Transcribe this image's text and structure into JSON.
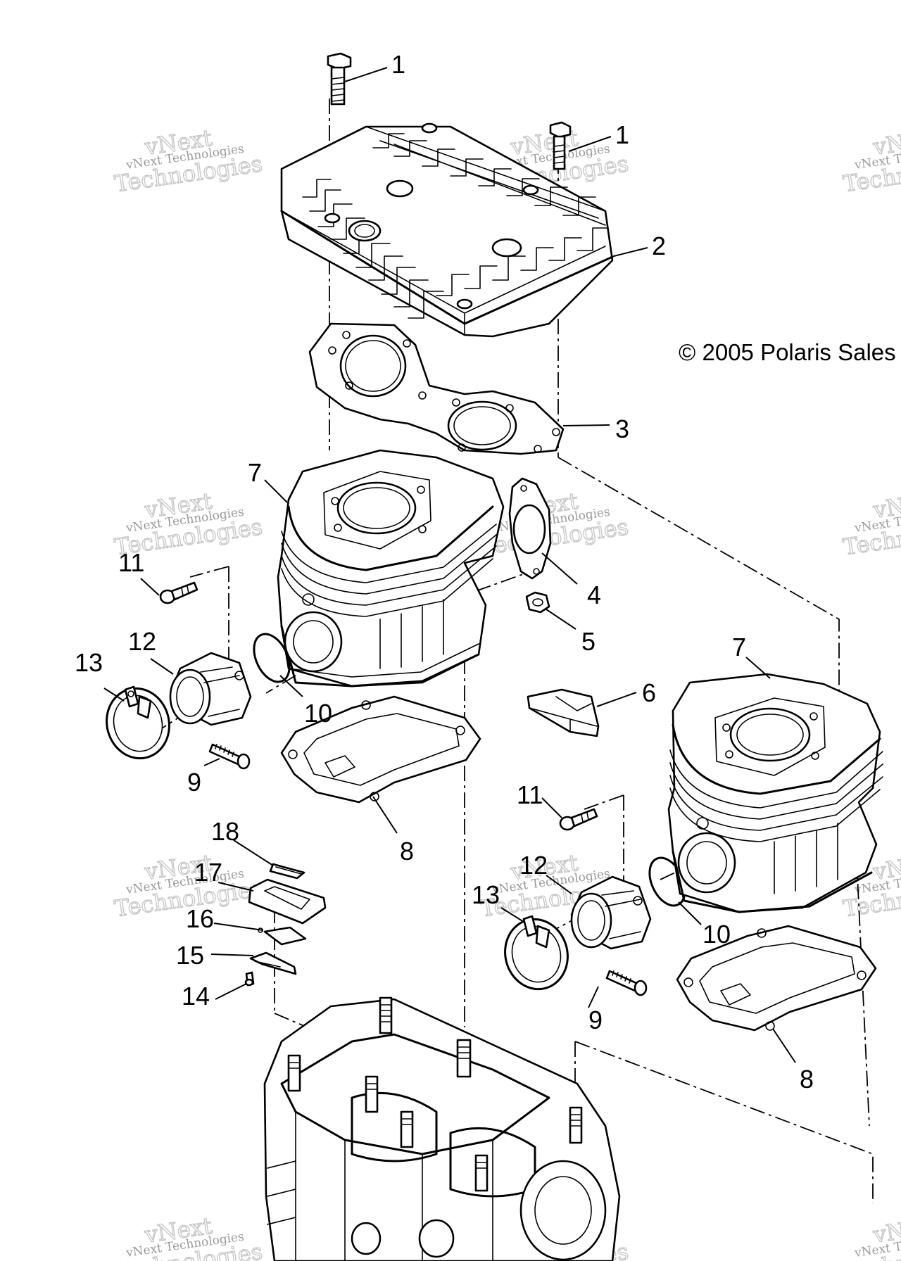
{
  "copyright": "© 2005 Polaris Sales",
  "watermark": {
    "line1": "vNext Technologies",
    "line2": "Technologies",
    "overlay": "vNext"
  },
  "callouts": [
    {
      "id": "c1a",
      "label": "1"
    },
    {
      "id": "c1b",
      "label": "1"
    },
    {
      "id": "c2",
      "label": "2"
    },
    {
      "id": "c3",
      "label": "3"
    },
    {
      "id": "c4",
      "label": "4"
    },
    {
      "id": "c5",
      "label": "5"
    },
    {
      "id": "c6",
      "label": "6"
    },
    {
      "id": "c7a",
      "label": "7"
    },
    {
      "id": "c7b",
      "label": "7"
    },
    {
      "id": "c8a",
      "label": "8"
    },
    {
      "id": "c8b",
      "label": "8"
    },
    {
      "id": "c9a",
      "label": "9"
    },
    {
      "id": "c9b",
      "label": "9"
    },
    {
      "id": "c10a",
      "label": "10"
    },
    {
      "id": "c10b",
      "label": "10"
    },
    {
      "id": "c11a",
      "label": "11"
    },
    {
      "id": "c11b",
      "label": "11"
    },
    {
      "id": "c12a",
      "label": "12"
    },
    {
      "id": "c12b",
      "label": "12"
    },
    {
      "id": "c13a",
      "label": "13"
    },
    {
      "id": "c13b",
      "label": "13"
    },
    {
      "id": "c14",
      "label": "14"
    },
    {
      "id": "c15",
      "label": "15"
    },
    {
      "id": "c16",
      "label": "16"
    },
    {
      "id": "c17",
      "label": "17"
    },
    {
      "id": "c18",
      "label": "18"
    }
  ]
}
